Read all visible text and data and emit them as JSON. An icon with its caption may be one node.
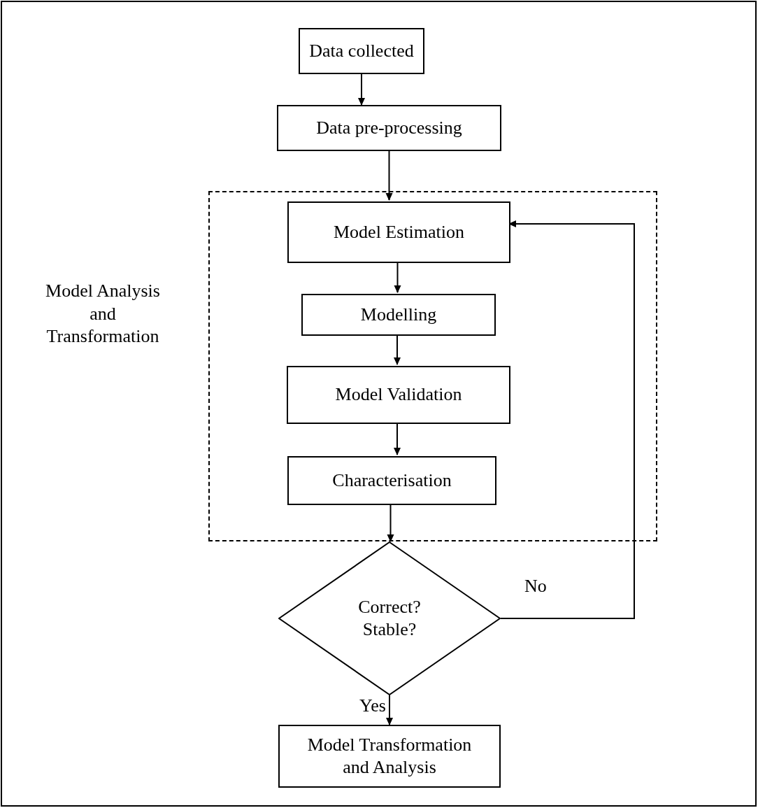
{
  "diagram": {
    "nodes": [
      {
        "text": [
          "Data collected"
        ]
      },
      {
        "text": [
          "Data pre-processing"
        ]
      },
      {
        "text": [
          "Model Analysis and Transformation"
        ]
      },
      {
        "text": [
          "Model Estimation"
        ],
        "in": 2
      },
      {
        "text": [
          "Modelling"
        ],
        "in": 2
      },
      {
        "text": [
          "Model Validation"
        ],
        "in": 2
      },
      {
        "text": [
          "Characterisation"
        ],
        "in": 2
      },
      {
        "text": [
          "Correct? Stable?"
        ]
      },
      {
        "text": [
          "Model Transformation and Analysis"
        ]
      }
    ],
    "edges": [
      {
        "from": 0,
        "to": 1,
        "arrow": "to"
      },
      {
        "from": 1,
        "to": 3,
        "arrow": "to"
      },
      {
        "from": 3,
        "to": 4,
        "arrow": "to"
      },
      {
        "from": 4,
        "to": 5,
        "arrow": "to"
      },
      {
        "from": 5,
        "to": 6,
        "arrow": "to"
      },
      {
        "from": 6,
        "to": 7,
        "arrow": "to"
      },
      {
        "from": 7,
        "to": 3,
        "arrow": "to",
        "label": "No"
      },
      {
        "from": 7,
        "to": 8,
        "arrow": "to",
        "label": "Yes"
      }
    ]
  }
}
